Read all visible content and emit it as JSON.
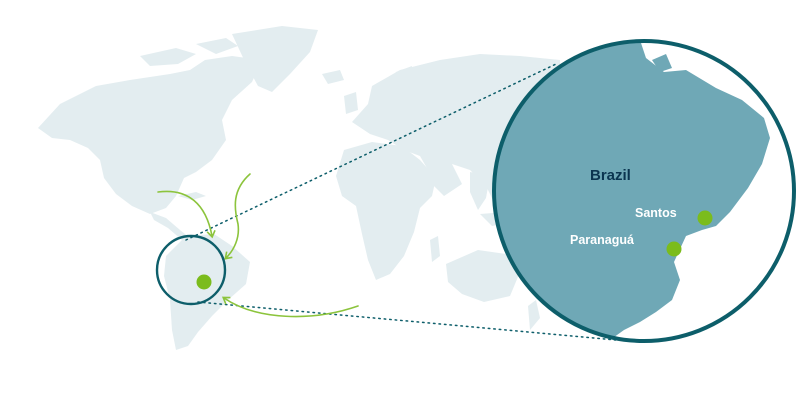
{
  "map": {
    "country_label": "Brazil",
    "ports": [
      {
        "name": "Santos"
      },
      {
        "name": "Paranaguá"
      }
    ],
    "colors": {
      "land": "#e3edf0",
      "highlight_land": "#6fa8b6",
      "ring": "#0d5e6a",
      "marker": "#7bbc1c",
      "arrow": "#8cc43c",
      "country_text": "#0b3550",
      "port_text": "#ffffff"
    },
    "inbound_arrows": 3
  }
}
